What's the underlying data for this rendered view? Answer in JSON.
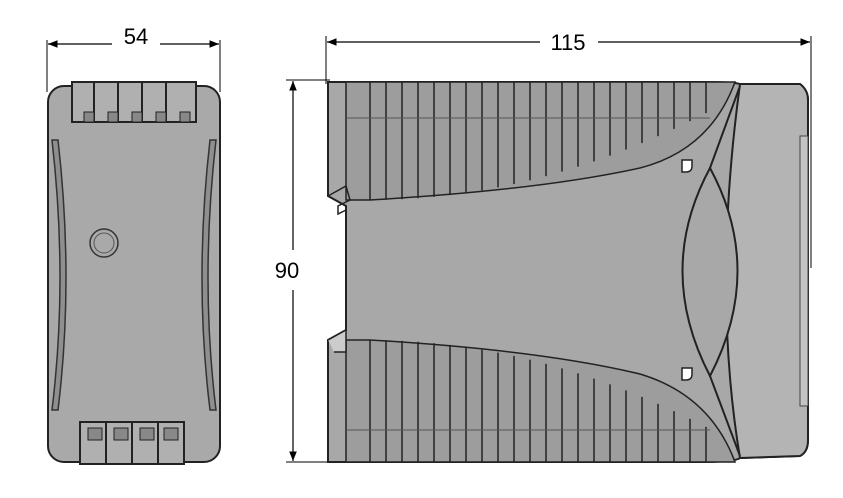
{
  "dimensions": {
    "width": "54",
    "length": "115",
    "height": "90"
  },
  "colors": {
    "body": "#a7a7a7",
    "body_light": "#b3b3b3",
    "outline": "#222222",
    "dimension_line": "#000000"
  }
}
